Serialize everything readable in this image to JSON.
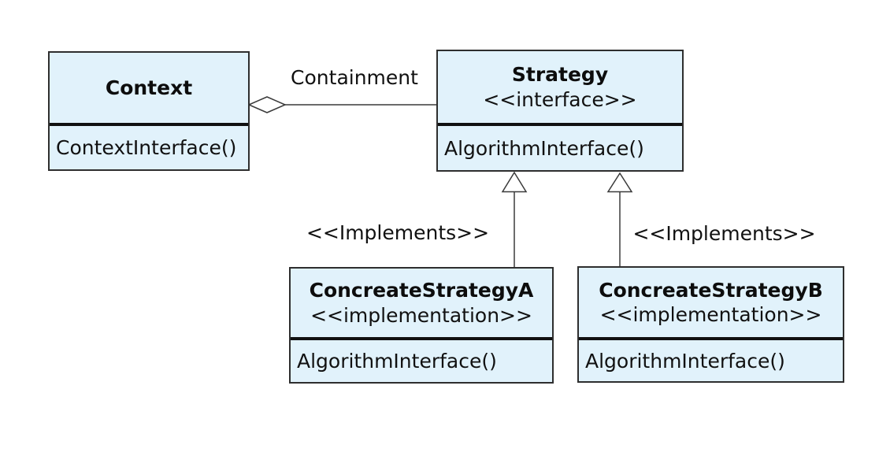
{
  "classes": [
    {
      "name": "Context",
      "stereotype": "",
      "method": "ContextInterface()"
    },
    {
      "name": "Strategy",
      "stereotype": "<<interface>>",
      "method": "AlgorithmInterface()"
    },
    {
      "name": "ConcreateStrategyA",
      "stereotype": "<<implementation>>",
      "method": "AlgorithmInterface()"
    },
    {
      "name": "ConcreateStrategyB",
      "stereotype": "<<implementation>>",
      "method": "AlgorithmInterface()"
    }
  ],
  "labels": {
    "containment": "Containment",
    "implements_a": "<<Implements>>",
    "implements_b": "<<Implements>>"
  },
  "colors": {
    "box_fill": "#e1f2fb",
    "box_border": "#2e2e2e",
    "divider": "#111111",
    "line": "#3a3a3a",
    "background": "#ffffff"
  }
}
